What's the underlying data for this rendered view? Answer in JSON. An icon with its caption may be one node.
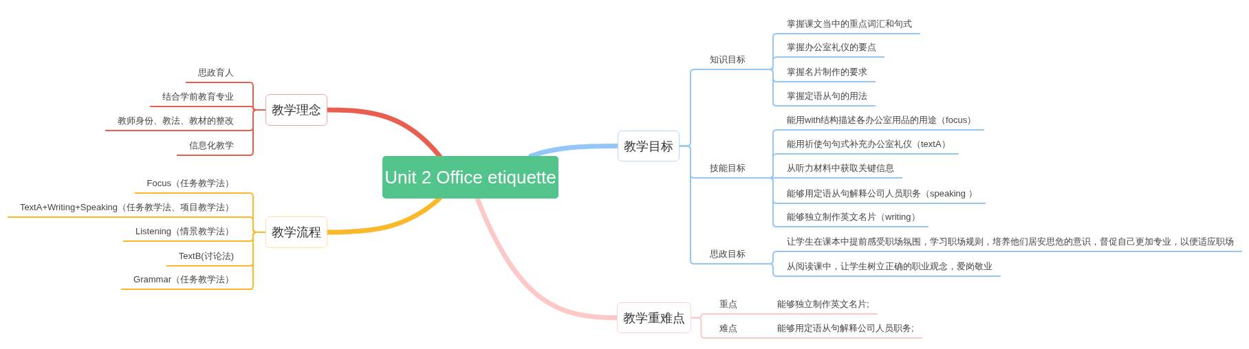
{
  "diagram": {
    "nodes": [
      {
        "text": [
          "Unit 2 Office etiquette"
        ]
      },
      {
        "text": [
          "教学理念"
        ]
      },
      {
        "text": [
          "思政育人"
        ]
      },
      {
        "text": [
          "结合学前教育专业"
        ]
      },
      {
        "text": [
          "教师身份、教法、教材的整改"
        ]
      },
      {
        "text": [
          "信息化教学"
        ]
      },
      {
        "text": [
          "教学流程"
        ]
      },
      {
        "text": [
          "Focus（任务教学法）"
        ]
      },
      {
        "text": [
          "TextA+Writing+Speaking（任务教学法、项目教学法）"
        ]
      },
      {
        "text": [
          "Listening（情景教学法）"
        ]
      },
      {
        "text": [
          "TextB(讨论法)"
        ]
      },
      {
        "text": [
          "Grammar（任务教学法）"
        ]
      },
      {
        "text": [
          "教学目标"
        ]
      },
      {
        "text": [
          "知识目标"
        ]
      },
      {
        "text": [
          "掌握课文当中的重点词汇和句式"
        ]
      },
      {
        "text": [
          "掌握办公室礼仪的要点"
        ]
      },
      {
        "text": [
          "掌握名片制作的要求"
        ]
      },
      {
        "text": [
          "掌握定语从句的用法"
        ]
      },
      {
        "text": [
          "技能目标"
        ]
      },
      {
        "text": [
          "能用with结构描述各办公室用品的用途（focus）"
        ]
      },
      {
        "text": [
          "能用祈使句句式补充办公室礼仪（textA）"
        ]
      },
      {
        "text": [
          "从听力材料中获取关键信息"
        ]
      },
      {
        "text": [
          "能够用定语从句解释公司人员职务（speaking ）"
        ]
      },
      {
        "text": [
          "能够独立制作英文名片（writing）"
        ]
      },
      {
        "text": [
          "思政目标"
        ]
      },
      {
        "text": [
          "让学生在课本中提前感受职场氛围，学习职场规则，培养他们居安思危的意识，督促自己更加专业，以便适应职场"
        ]
      },
      {
        "text": [
          "从阅读课中，让学生树立正确的职业观念，爱岗敬业"
        ]
      },
      {
        "text": [
          "教学重难点"
        ]
      },
      {
        "text": [
          "重点"
        ]
      },
      {
        "text": [
          "能够独立制作英文名片;"
        ]
      },
      {
        "text": [
          "难点"
        ]
      },
      {
        "text": [
          "能够用定语从句解释公司人员职务;"
        ]
      }
    ],
    "edges": [
      {
        "from": 0,
        "to": 1,
        "arrow": "none",
        "style": "thick",
        "color": "#e95f4f"
      },
      {
        "from": 1,
        "to": 2,
        "arrow": "none",
        "color": "#e95f4f"
      },
      {
        "from": 1,
        "to": 3,
        "arrow": "none",
        "color": "#e95f4f"
      },
      {
        "from": 1,
        "to": 4,
        "arrow": "none",
        "color": "#e95f4f"
      },
      {
        "from": 1,
        "to": 5,
        "arrow": "none",
        "color": "#e95f4f"
      },
      {
        "from": 0,
        "to": 6,
        "arrow": "none",
        "style": "thick",
        "color": "#fbb829"
      },
      {
        "from": 6,
        "to": 7,
        "arrow": "none",
        "color": "#fbb829"
      },
      {
        "from": 6,
        "to": 8,
        "arrow": "none",
        "color": "#fbb829"
      },
      {
        "from": 6,
        "to": 9,
        "arrow": "none",
        "color": "#fbb829"
      },
      {
        "from": 6,
        "to": 10,
        "arrow": "none",
        "color": "#fbb829"
      },
      {
        "from": 6,
        "to": 11,
        "arrow": "none",
        "color": "#fbb829"
      },
      {
        "from": 0,
        "to": 12,
        "arrow": "none",
        "style": "thick"
      },
      {
        "from": 12,
        "to": 13,
        "arrow": "none"
      },
      {
        "from": 13,
        "to": 14,
        "arrow": "none"
      },
      {
        "from": 13,
        "to": 15,
        "arrow": "none"
      },
      {
        "from": 13,
        "to": 16,
        "arrow": "none"
      },
      {
        "from": 13,
        "to": 17,
        "arrow": "none"
      },
      {
        "from": 12,
        "to": 18,
        "arrow": "none"
      },
      {
        "from": 18,
        "to": 19,
        "arrow": "none"
      },
      {
        "from": 18,
        "to": 20,
        "arrow": "none"
      },
      {
        "from": 18,
        "to": 21,
        "arrow": "none"
      },
      {
        "from": 18,
        "to": 22,
        "arrow": "none"
      },
      {
        "from": 18,
        "to": 23,
        "arrow": "none"
      },
      {
        "from": 12,
        "to": 24,
        "arrow": "none"
      },
      {
        "from": 24,
        "to": 25,
        "arrow": "none"
      },
      {
        "from": 24,
        "to": 26,
        "arrow": "none"
      },
      {
        "from": 0,
        "to": 27,
        "arrow": "none",
        "style": "thick",
        "color": "#fcc8c8"
      },
      {
        "from": 27,
        "to": 28,
        "arrow": "none",
        "color": "#fcc8c8"
      },
      {
        "from": 28,
        "to": 29,
        "arrow": "none",
        "color": "#fcc8c8"
      },
      {
        "from": 27,
        "to": 30,
        "arrow": "none",
        "color": "#fcc8c8"
      },
      {
        "from": 30,
        "to": 31,
        "arrow": "none",
        "color": "#fcc8c8"
      }
    ]
  }
}
